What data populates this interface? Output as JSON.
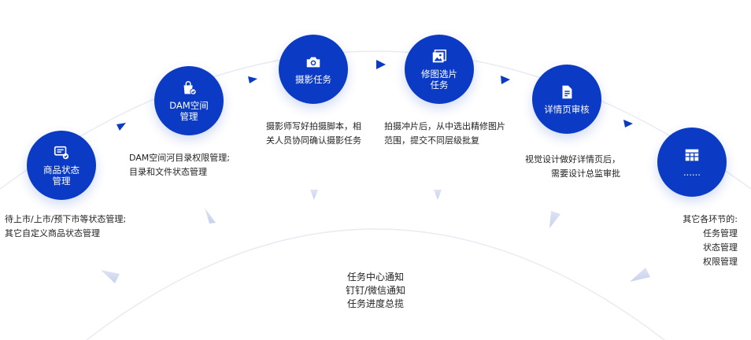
{
  "colors": {
    "accent": "#0b3bc4",
    "arc": "#e6e9f2",
    "arrow_faint": "#d6dcf0"
  },
  "nodes": [
    {
      "id": "goods",
      "label": "商品状态\n管理",
      "icon": "monitor-check-icon"
    },
    {
      "id": "dam",
      "label": "DAM空间\n管理",
      "icon": "bag-check-icon"
    },
    {
      "id": "photo",
      "label": "摄影任务",
      "icon": "camera-icon"
    },
    {
      "id": "retouch",
      "label": "修图选片\n任务",
      "icon": "images-icon"
    },
    {
      "id": "detail",
      "label": "详情页审核",
      "icon": "document-icon"
    },
    {
      "id": "other",
      "label": "......",
      "icon": "grid-table-icon"
    }
  ],
  "descriptions": {
    "goods": "待上市/上市/预下市等状态管理;\n其它自定义商品状态管理",
    "dam": "DAM空间河目录权限管理;\n目录和文件状态管理",
    "photo": "摄影师写好拍摄脚本，相\n关人员协同确认摄影任务",
    "retouch": "拍摄冲片后，从中选出精修图片\n范围，提交不同层级批复",
    "detail": "视觉设计做好详情页后，\n需要设计总监审批",
    "other": "其它各环节的:\n任务管理\n状态管理\n权限管理"
  },
  "hub": {
    "text": "任务中心通知\n钉钉/微信通知\n任务进度总揽"
  }
}
